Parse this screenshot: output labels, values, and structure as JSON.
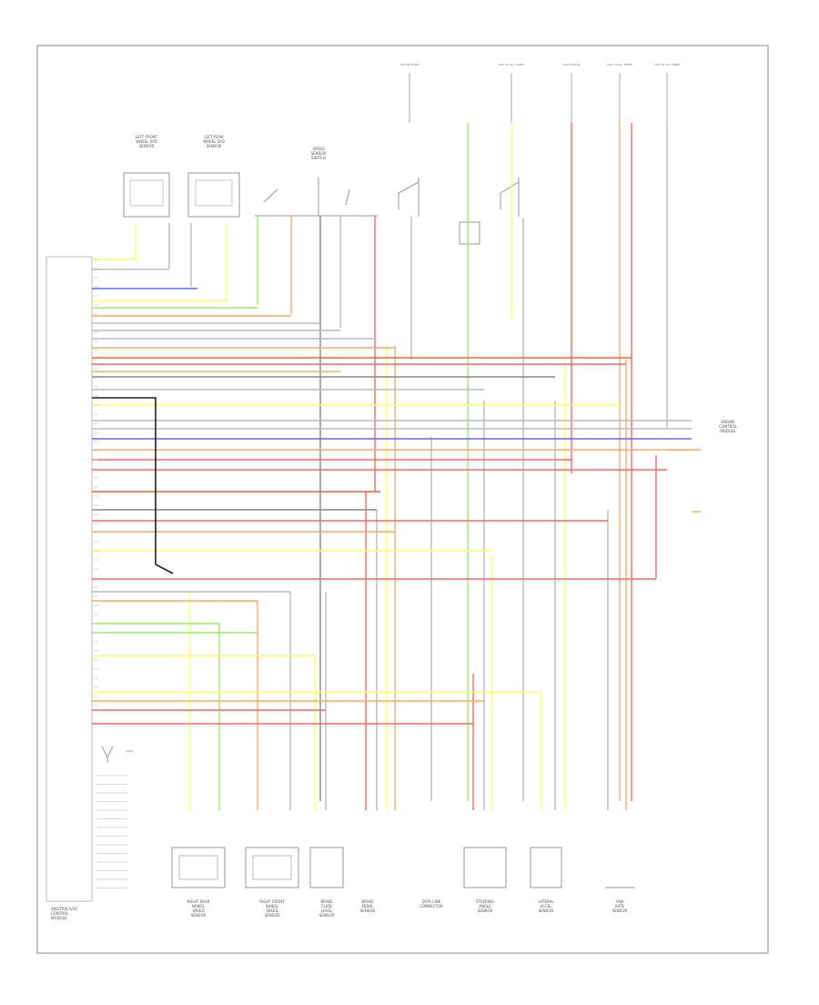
{
  "diagram": {
    "colors": {
      "red": "#ff6666",
      "orange": "#ffaa66",
      "yellow": "#ffff66",
      "green": "#99ee66",
      "blue": "#6666ff",
      "gray": "#bbbbbb",
      "darkgray": "#888888",
      "black": "#000000",
      "dark_orange": "#e86a2a"
    },
    "labels": {
      "top_modules": [
        {
          "lines": [
            "LEFT FRONT",
            "WHEEL SPD",
            "SENSOR"
          ]
        },
        {
          "lines": [
            "LEFT REAR",
            "WHEEL SPD",
            "SENSOR"
          ]
        }
      ],
      "top_switch": [
        "SPEED",
        "SENSOR",
        "SWITCH"
      ],
      "fuses": [
        "HOT IN START",
        "HOT AT ALL TIMES",
        "HOT IN RUN",
        "HOT AT ALL TIMES",
        "HOT AT ALL TIMES"
      ],
      "bottom_components": [
        [
          "RIGHT REAR",
          "WHEEL",
          "SPEED",
          "SENSOR"
        ],
        [
          "RIGHT FRONT",
          "WHEEL",
          "SPEED",
          "SENSOR"
        ],
        [
          "BRAKE",
          "FLUID",
          "LEVEL",
          "SENSOR"
        ],
        [
          "BRAKE",
          "PEDAL",
          "SENSOR"
        ],
        [
          "DATA LINK",
          "CONNECTOR"
        ],
        [
          "STEERING",
          "ANGLE",
          "SENSOR"
        ],
        [
          "LATERAL",
          "ACCEL",
          "SENSOR"
        ],
        [
          "YAW",
          "RATE",
          "SENSOR"
        ]
      ],
      "module_name": [
        "ABS/TRAC/VSC",
        "CONTROL",
        "MODULE"
      ],
      "right_side": [
        "ENGINE",
        "CONTROL",
        "MODULE"
      ],
      "ground_note": "G100"
    }
  }
}
